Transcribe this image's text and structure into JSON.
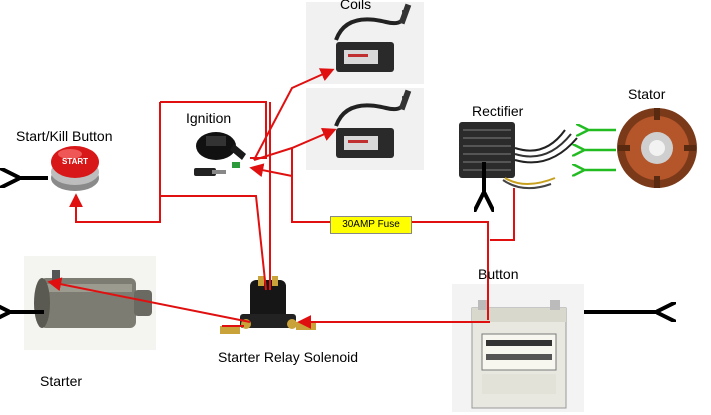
{
  "labels": {
    "coils": "Coils",
    "ignition": "Ignition",
    "start_kill_button": "Start/Kill Button",
    "start_cap": "START",
    "rectifier": "Rectifier",
    "stator": "Stator",
    "fuse": "30AMP Fuse",
    "battery": "Button",
    "starter_relay": "Starter Relay Solenoid",
    "starter": "Starter"
  },
  "colors": {
    "wire": "#e01010",
    "arrow_dark": "#000000",
    "arrow_green": "#22bb22",
    "fuse_bg": "#ffff00"
  }
}
